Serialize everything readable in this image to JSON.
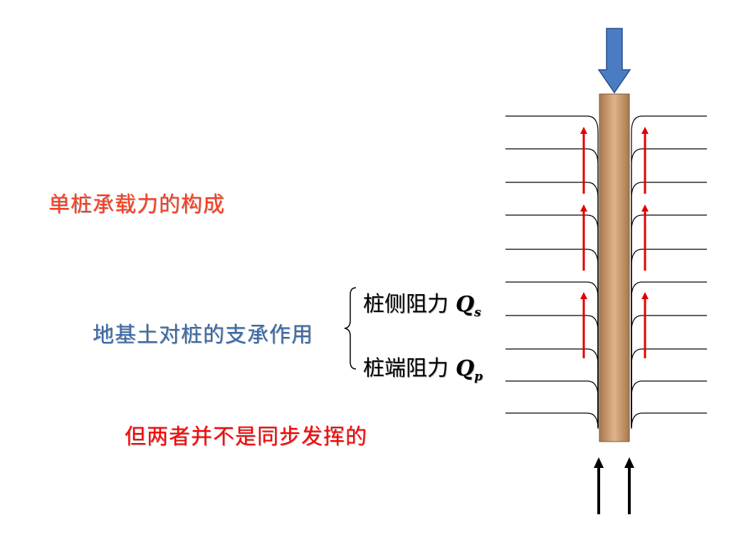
{
  "title": "单桩承载力的构成",
  "support_label": "地基土对桩的支承作用",
  "side_resistance": {
    "label": "桩侧阻力",
    "symbol": "Q",
    "subscript": "s"
  },
  "tip_resistance": {
    "label": "桩端阻力",
    "symbol": "Q",
    "subscript": "p"
  },
  "note": "但两者并不是同步发挥的",
  "colors": {
    "title": "#ff3b1f",
    "support_label": "#3a6aa8",
    "note": "#ff0000",
    "pile": "#c8956a",
    "load_arrow": "#4a7cc4",
    "friction_arrow": "#e00000",
    "tip_arrow": "#000000"
  },
  "icons": {
    "load": "downward-load-arrow",
    "friction": "upward-friction-arrow",
    "tip_reaction": "upward-reaction-arrow"
  }
}
